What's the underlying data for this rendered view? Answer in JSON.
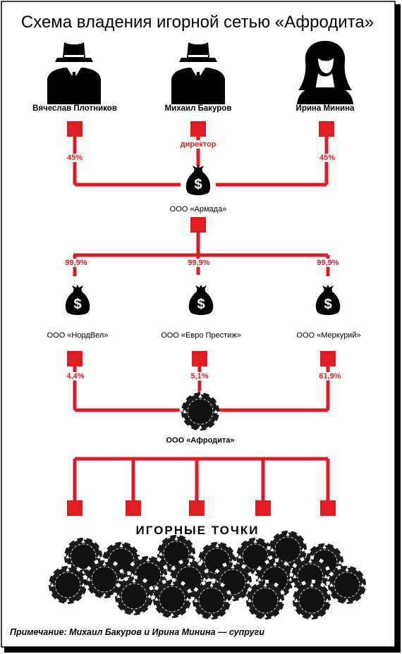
{
  "title": "Схема владения игорной сетью «Афродита»",
  "owners": [
    {
      "name": "Вячеслав Плотников",
      "share": "45%"
    },
    {
      "name": "Михаил Бакуров",
      "role": "директор"
    },
    {
      "name": "Ирина Минина",
      "share": "45%"
    }
  ],
  "holding": {
    "name": "ООО «Армада»"
  },
  "subsidiaries": [
    {
      "name": "ООО «НордВел»",
      "share_in": "99,9%",
      "share_out": "4,4%"
    },
    {
      "name": "ООО «Евро Престиж»",
      "share_in": "99,9%",
      "share_out": "5,1%"
    },
    {
      "name": "ООО «Меркурий»",
      "share_in": "99,9%",
      "share_out": "61,9%"
    }
  ],
  "network": {
    "name": "ООО «Афродита»"
  },
  "points_label": "ИГОРНЫЕ ТОЧКИ",
  "note": "Примечание: Михаил Бакуров и Ирина Минина — супруги",
  "colors": {
    "line": "#e11b22",
    "icon": "#000000",
    "background": "#ffffff"
  },
  "icons": [
    "man-in-hat-icon",
    "woman-silhouette-icon",
    "money-bag-icon",
    "casino-chip-icon"
  ]
}
